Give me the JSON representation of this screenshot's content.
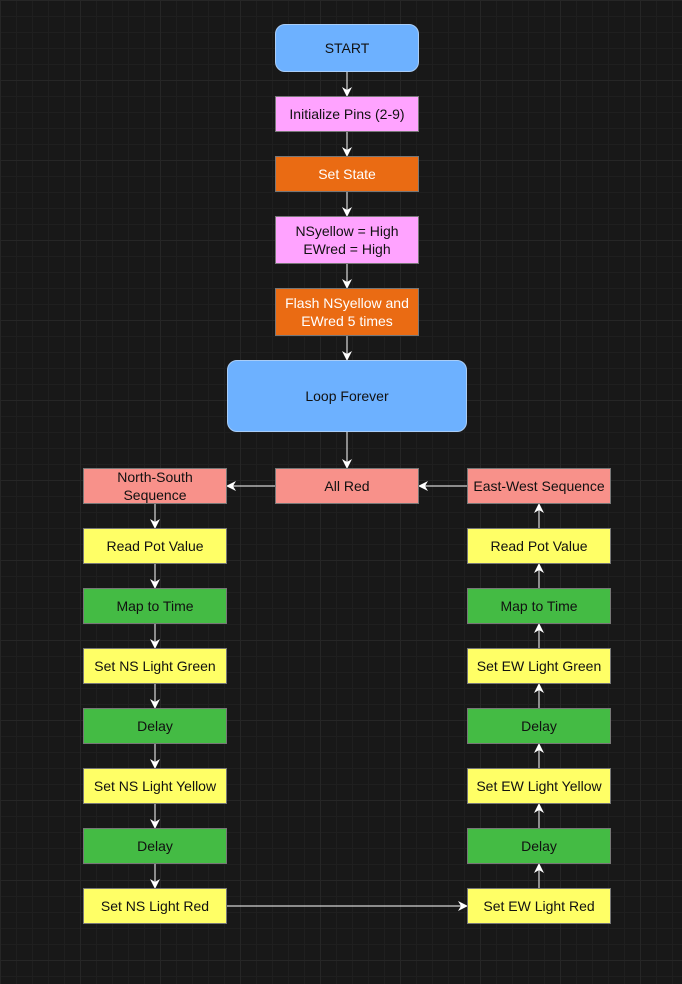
{
  "colors": {
    "terminal": "#6db1ff",
    "init": "#ffa3ff",
    "process": "#ea6b13",
    "redseq": "#f8918a",
    "read": "#ffff66",
    "map": "#44bb44",
    "edge": "#ffffff"
  },
  "nodes": {
    "start": {
      "label": "START",
      "kind": "terminal"
    },
    "init_pins": {
      "label": "Initialize Pins (2-9)",
      "kind": "init"
    },
    "set_state": {
      "label": "Set State",
      "kind": "process",
      "text_color": "#ffffff"
    },
    "ns_high": {
      "label": "NSyellow = High\nEWred = High",
      "kind": "init"
    },
    "flash": {
      "label": "Flash NSyellow and\nEWred 5 times",
      "kind": "process",
      "text_color": "#ffffff"
    },
    "loop": {
      "label": "Loop Forever",
      "kind": "terminal"
    },
    "all_red": {
      "label": "All Red",
      "kind": "redseq"
    },
    "ns_seq": {
      "label": "North-South\nSequence",
      "kind": "redseq"
    },
    "ew_seq": {
      "label": "East-West Sequence",
      "kind": "redseq"
    },
    "ns_read": {
      "label": "Read Pot Value",
      "kind": "read"
    },
    "ns_map": {
      "label": "Map to Time",
      "kind": "map"
    },
    "ns_green": {
      "label": "Set NS Light Green",
      "kind": "read"
    },
    "ns_delay1": {
      "label": "Delay",
      "kind": "map"
    },
    "ns_yellow": {
      "label": "Set NS Light Yellow",
      "kind": "read"
    },
    "ns_delay2": {
      "label": "Delay",
      "kind": "map"
    },
    "ns_red": {
      "label": "Set NS Light Red",
      "kind": "read"
    },
    "ew_read": {
      "label": "Read Pot Value",
      "kind": "read"
    },
    "ew_map": {
      "label": "Map to Time",
      "kind": "map"
    },
    "ew_green": {
      "label": "Set EW Light Green",
      "kind": "read"
    },
    "ew_delay1": {
      "label": "Delay",
      "kind": "map"
    },
    "ew_yellow": {
      "label": "Set EW Light Yellow",
      "kind": "read"
    },
    "ew_delay2": {
      "label": "Delay",
      "kind": "map"
    },
    "ew_red": {
      "label": "Set EW Light Red",
      "kind": "read"
    }
  },
  "edges": [
    [
      "start",
      "init_pins"
    ],
    [
      "init_pins",
      "set_state"
    ],
    [
      "set_state",
      "ns_high"
    ],
    [
      "ns_high",
      "flash"
    ],
    [
      "flash",
      "loop"
    ],
    [
      "loop",
      "all_red"
    ],
    [
      "all_red",
      "ns_seq"
    ],
    [
      "ew_seq",
      "all_red"
    ],
    [
      "ns_seq",
      "ns_read"
    ],
    [
      "ns_read",
      "ns_map"
    ],
    [
      "ns_map",
      "ns_green"
    ],
    [
      "ns_green",
      "ns_delay1"
    ],
    [
      "ns_delay1",
      "ns_yellow"
    ],
    [
      "ns_yellow",
      "ns_delay2"
    ],
    [
      "ns_delay2",
      "ns_red"
    ],
    [
      "ns_red",
      "ew_red"
    ],
    [
      "ew_red",
      "ew_delay2"
    ],
    [
      "ew_delay2",
      "ew_yellow"
    ],
    [
      "ew_yellow",
      "ew_delay1"
    ],
    [
      "ew_delay1",
      "ew_green"
    ],
    [
      "ew_green",
      "ew_map"
    ],
    [
      "ew_map",
      "ew_read"
    ],
    [
      "ew_read",
      "ew_seq"
    ]
  ]
}
